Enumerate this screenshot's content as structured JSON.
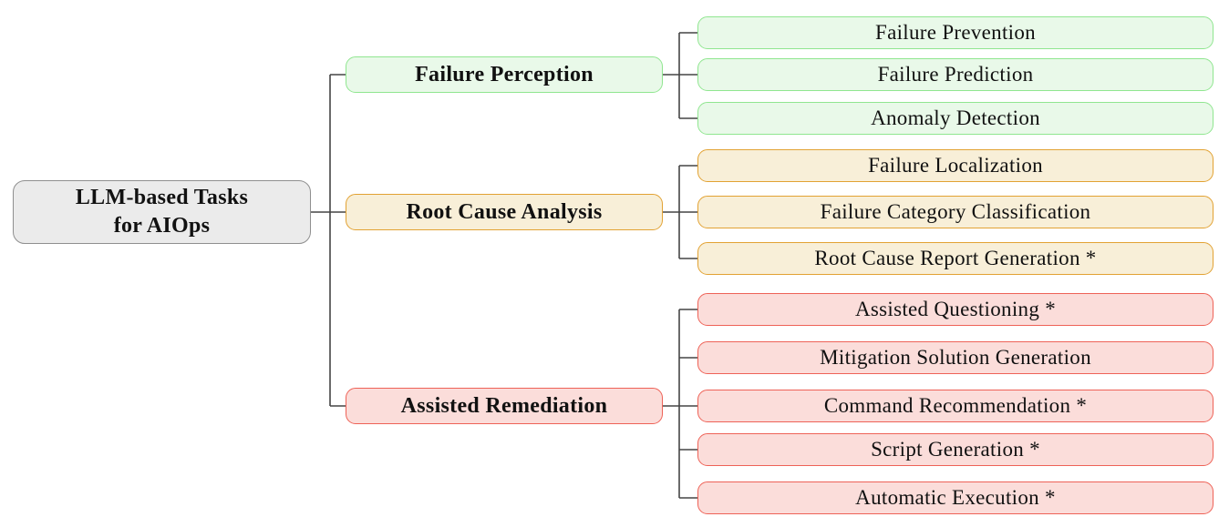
{
  "root": {
    "label_line1": "LLM-based Tasks",
    "label_line2": "for AIOps"
  },
  "branches": [
    {
      "label": "Failure Perception",
      "palette": "green",
      "children": [
        "Failure Prevention",
        "Failure Prediction",
        "Anomaly Detection"
      ]
    },
    {
      "label": "Root Cause Analysis",
      "palette": "orange",
      "children": [
        "Failure Localization",
        "Failure Category Classification",
        "Root Cause Report Generation *"
      ]
    },
    {
      "label": "Assisted Remediation",
      "palette": "red",
      "children": [
        "Assisted Questioning *",
        "Mitigation Solution Generation",
        "Command Recommendation *",
        "Script Generation *",
        "Automatic Execution *"
      ]
    }
  ],
  "palette": {
    "gray": {
      "fill": "#ebebeb",
      "border": "#8f8f8f"
    },
    "green": {
      "fill": "#e9f9e9",
      "border": "#90e690"
    },
    "orange": {
      "fill": "#f8efd8",
      "border": "#e2a233"
    },
    "red": {
      "fill": "#fbddda",
      "border": "#ee6257"
    }
  },
  "connector_color": "#454545"
}
